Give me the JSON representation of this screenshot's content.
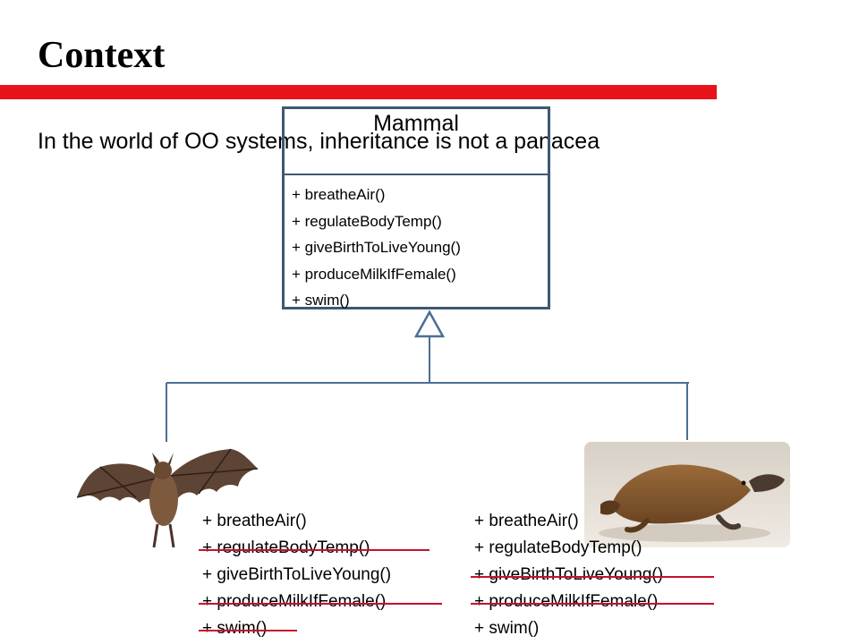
{
  "slide": {
    "title": "Context",
    "subtitle": "In the world of OO systems, inheritance is not a panacea",
    "accent_color": "#e8121a"
  },
  "uml_class": {
    "name": "Mammal",
    "methods": [
      "+ breatheAir()",
      "+ regulateBodyTemp()",
      "+ giveBirthToLiveYoung()",
      "+ produceMilkIfFemale()",
      "+ swim()"
    ]
  },
  "subclasses": [
    {
      "image": "bat-photo",
      "methods": [
        {
          "text": "+ breatheAir()",
          "struck": false
        },
        {
          "text": "+ regulateBodyTemp()",
          "struck": true
        },
        {
          "text": "+ giveBirthToLiveYoung()",
          "struck": false
        },
        {
          "text": "+ produceMilkIfFemale()",
          "struck": true
        },
        {
          "text": "+ swim()",
          "struck": true
        }
      ]
    },
    {
      "image": "platypus-photo",
      "methods": [
        {
          "text": "+ breatheAir()",
          "struck": false
        },
        {
          "text": "+ regulateBodyTemp()",
          "struck": false
        },
        {
          "text": "+ giveBirthToLiveYoung()",
          "struck": true
        },
        {
          "text": "+ produceMilkIfFemale()",
          "struck": true
        },
        {
          "text": "+ swim()",
          "struck": false
        }
      ]
    }
  ]
}
